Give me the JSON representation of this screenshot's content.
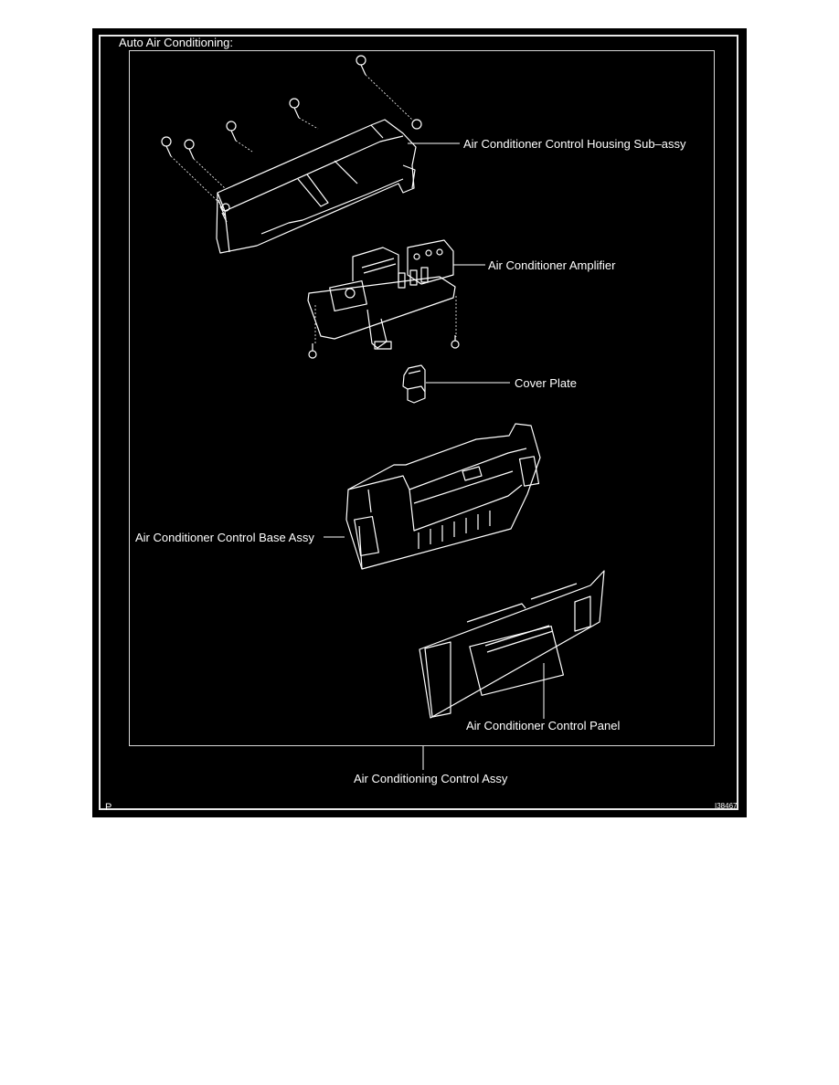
{
  "diagram": {
    "title": "Auto Air Conditioning:",
    "callouts": [
      {
        "id": "housing",
        "label": "Air Conditioner Control Housing Sub–assy"
      },
      {
        "id": "amplifier",
        "label": "Air Conditioner Amplifier"
      },
      {
        "id": "cover_plate",
        "label": "Cover Plate"
      },
      {
        "id": "base",
        "label": "Air Conditioner Control Base Assy"
      },
      {
        "id": "panel",
        "label": "Air Conditioner Control Panel"
      }
    ],
    "assembly_label": "Air Conditioning Control Assy",
    "corner_mark": "P",
    "figure_id": "I38467"
  },
  "colors": {
    "background": "#000000",
    "line": "#ffffff",
    "page": "#ffffff"
  }
}
